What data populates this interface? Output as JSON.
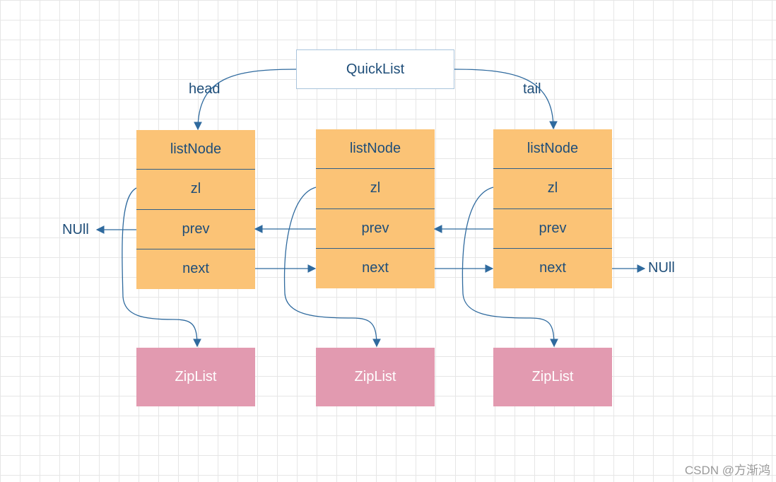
{
  "quicklist": {
    "label": "QuickList"
  },
  "pointers": {
    "head": "head",
    "tail": "tail",
    "null_left": "NUll",
    "null_right": "NUll"
  },
  "nodes": [
    {
      "fields": [
        "listNode",
        "zl",
        "prev",
        "next"
      ],
      "ziplist": "ZipList"
    },
    {
      "fields": [
        "listNode",
        "zl",
        "prev",
        "next"
      ],
      "ziplist": "ZipList"
    },
    {
      "fields": [
        "listNode",
        "zl",
        "prev",
        "next"
      ],
      "ziplist": "ZipList"
    }
  ],
  "watermark": "CSDN @方渐鸿",
  "colors": {
    "listnode_fill": "#fbc376",
    "ziplist_fill": "#e29ab0",
    "line": "#2f6a9e",
    "text": "#1f4e79"
  }
}
